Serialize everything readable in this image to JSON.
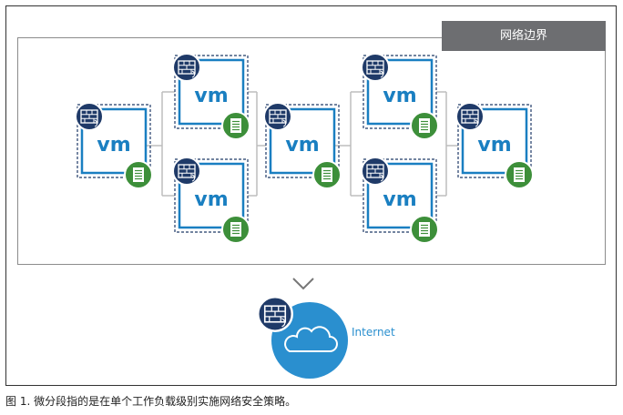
{
  "diagram": {
    "boundary_label": "网络边界",
    "internet_label": "Internet",
    "vm_label": "vm",
    "caption": "图 1. 微分段指的是在单个工作负载级别实施网络安全策略。"
  },
  "colors": {
    "vm_blue": "#1a7fc1",
    "firewall_navy": "#1f3a68",
    "policy_green": "#3d8f3a",
    "cloud_blue": "#2a8fcf",
    "boundary_tag_gray": "#6d6e71"
  },
  "icons": [
    "firewall-icon",
    "policy-document-icon",
    "cloud-icon",
    "chevron-down-icon"
  ]
}
